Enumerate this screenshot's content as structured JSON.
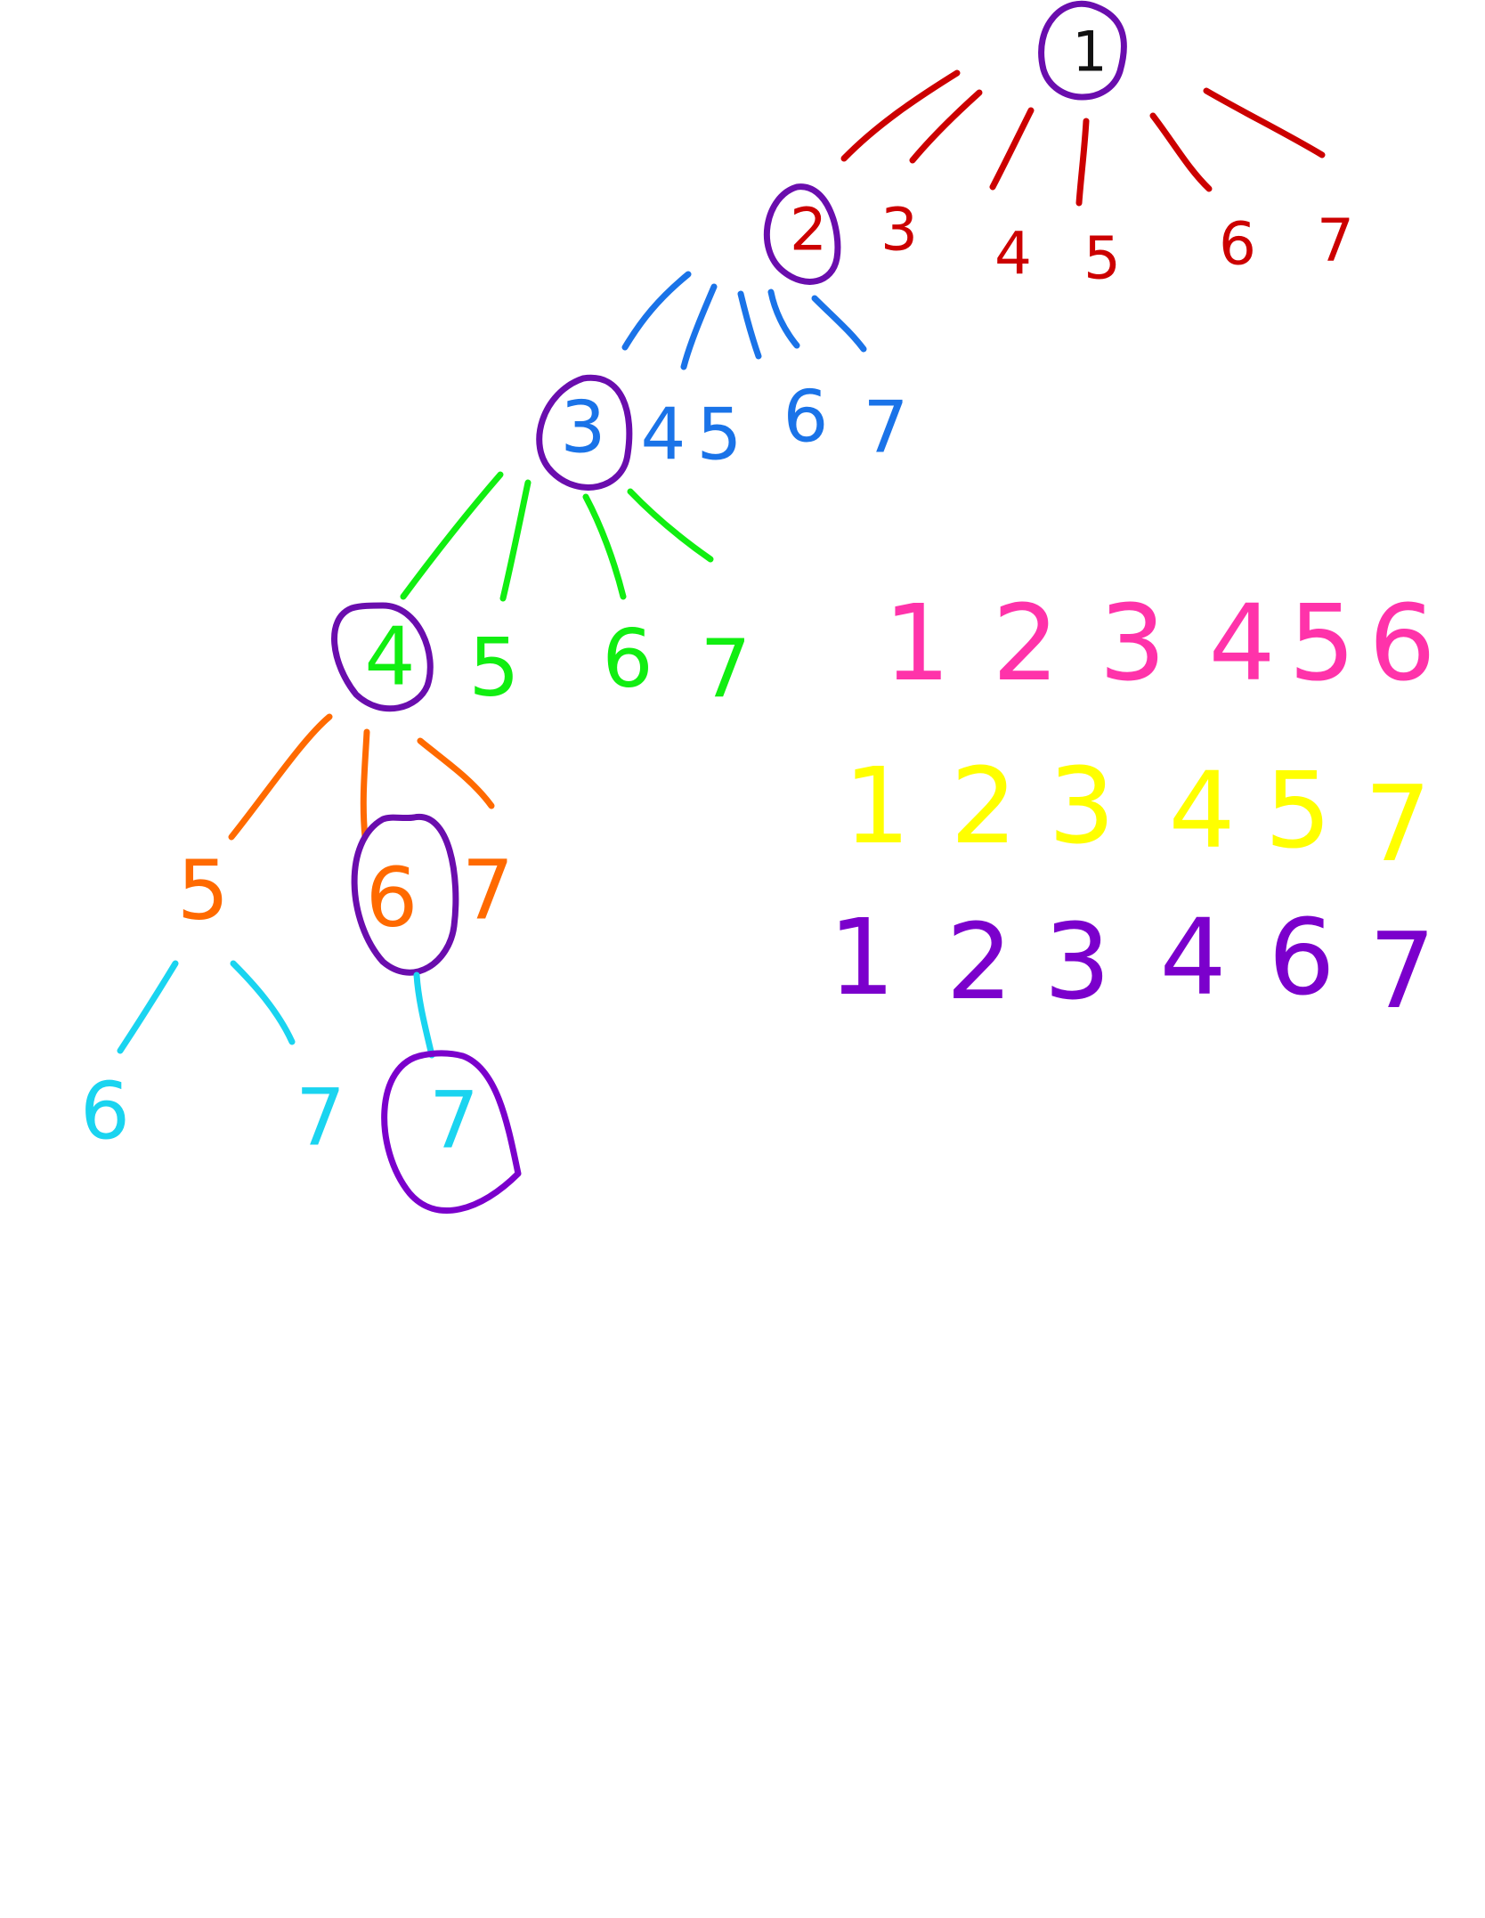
{
  "colors": {
    "background": "#ffffff",
    "circle": "#6a0dad",
    "root_digit": "#111111",
    "level1": "#cc0000",
    "level2": "#1a73e8",
    "level3": "#11ee11",
    "level4": "#ff6a00",
    "level5": "#1ad4f0",
    "seq1": "#ff33aa",
    "seq2": "#ffff00",
    "seq3": "#7b00cc"
  },
  "tree": {
    "root": "1",
    "level1": [
      "2",
      "3",
      "4",
      "5",
      "6",
      "7"
    ],
    "level2": [
      "3",
      "4",
      "5",
      "6",
      "7"
    ],
    "level3": [
      "4",
      "5",
      "6",
      "7"
    ],
    "level4": [
      "5",
      "6",
      "7"
    ],
    "level5_under_5": [
      "6",
      "7"
    ],
    "level5_under_6": [
      "7"
    ]
  },
  "sequences": [
    [
      "1",
      "2",
      "3",
      "4",
      "5",
      "6"
    ],
    [
      "1",
      "2",
      "3",
      "4",
      "5",
      "7"
    ],
    [
      "1",
      "2",
      "3",
      "4",
      "6",
      "7"
    ]
  ]
}
